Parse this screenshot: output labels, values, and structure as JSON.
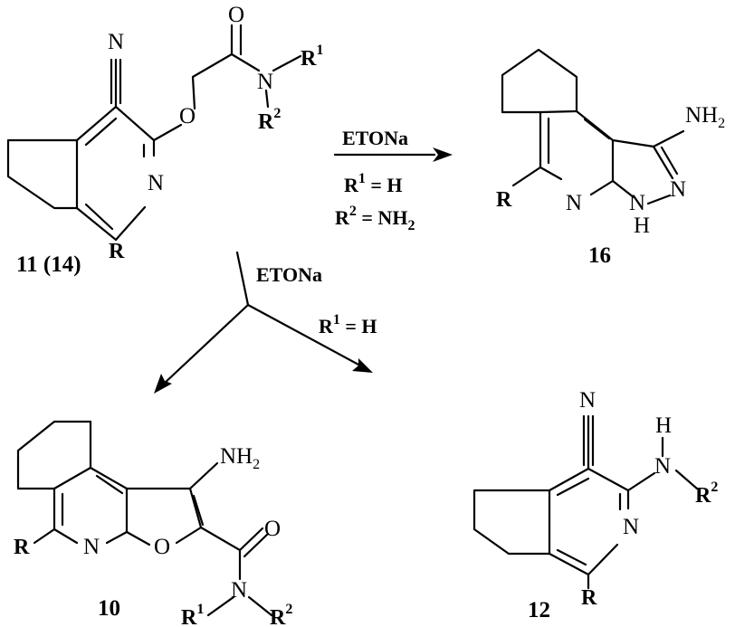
{
  "compounds": {
    "c11": {
      "label": "11 (14)",
      "atoms": {
        "N_nitrile": "N",
        "O_ether": "O",
        "O_carbonyl": "O",
        "N_amide": "N",
        "N_ring": "N",
        "R": "R",
        "R1": "R",
        "R1_sup": "1",
        "R2": "R",
        "R2_sup": "2"
      }
    },
    "c16": {
      "label": "16",
      "atoms": {
        "NH2": "NH",
        "NH2_sub": "2",
        "N_pyrazole": "N",
        "NH": "N",
        "H": "H",
        "N_ring": "N",
        "R": "R"
      }
    },
    "c10": {
      "label": "10",
      "atoms": {
        "NH2": "NH",
        "NH2_sub": "2",
        "O_furan": "O",
        "O_carbonyl": "O",
        "N_ring": "N",
        "N_amide": "N",
        "R": "R",
        "R1": "R",
        "R1_sup": "1",
        "R2": "R",
        "R2_sup": "2"
      }
    },
    "c12": {
      "label": "12",
      "atoms": {
        "N_nitrile": "N",
        "H": "H",
        "N_amine": "N",
        "N_ring": "N",
        "R": "R",
        "R2": "R",
        "R2_sup": "2"
      }
    }
  },
  "arrows": {
    "to16": {
      "reagent": "ETONa",
      "cond1": "R",
      "cond1_sup": "1",
      "cond1_rest": " = H",
      "cond2": "R",
      "cond2_sup": "2",
      "cond2_rest": " = NH",
      "cond2_sub": "2"
    },
    "split": {
      "reagent": "ETONa",
      "cond1": "R",
      "cond1_sup": "1",
      "cond1_rest": " = H"
    }
  }
}
